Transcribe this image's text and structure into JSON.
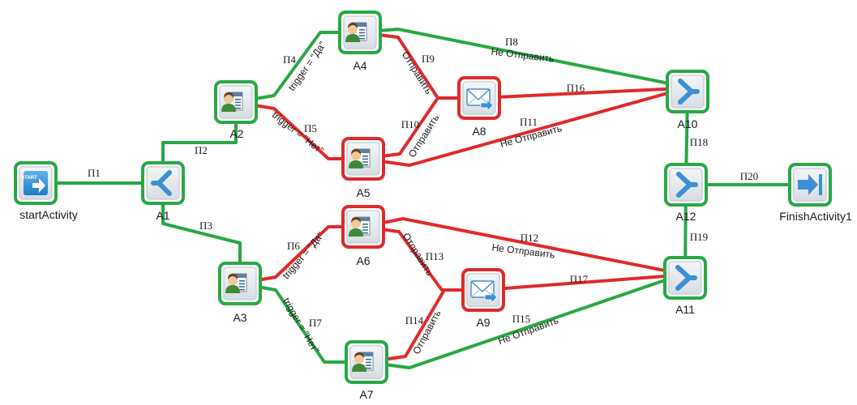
{
  "colors": {
    "active": "#29a845",
    "error": "#e02a2a",
    "tile_top": "#f4f6f8",
    "tile_bottom": "#d6dde3",
    "arrow": "#3c8fd3"
  },
  "nodes": [
    {
      "id": "start",
      "label": "startActivity",
      "icon": "start-icon",
      "status": "active"
    },
    {
      "id": "A1",
      "label": "A1",
      "icon": "fork-icon",
      "status": "active"
    },
    {
      "id": "A2",
      "label": "A2",
      "icon": "user-task-icon",
      "status": "active"
    },
    {
      "id": "A3",
      "label": "A3",
      "icon": "user-task-icon",
      "status": "active"
    },
    {
      "id": "A4",
      "label": "A4",
      "icon": "user-task-icon",
      "status": "active"
    },
    {
      "id": "A5",
      "label": "A5",
      "icon": "user-task-icon",
      "status": "error"
    },
    {
      "id": "A6",
      "label": "A6",
      "icon": "user-task-icon",
      "status": "error"
    },
    {
      "id": "A7",
      "label": "A7",
      "icon": "user-task-icon",
      "status": "active"
    },
    {
      "id": "A8",
      "label": "A8",
      "icon": "send-mail-icon",
      "status": "error"
    },
    {
      "id": "A9",
      "label": "A9",
      "icon": "send-mail-icon",
      "status": "error"
    },
    {
      "id": "A10",
      "label": "A10",
      "icon": "join-icon",
      "status": "active"
    },
    {
      "id": "A11",
      "label": "A11",
      "icon": "join-icon",
      "status": "active"
    },
    {
      "id": "A12",
      "label": "A12",
      "icon": "join-icon",
      "status": "active"
    },
    {
      "id": "finish",
      "label": "FinishActivity1",
      "icon": "finish-icon",
      "status": "active"
    }
  ],
  "edges": [
    {
      "id": "П1",
      "label": "П1",
      "from": "start",
      "to": "A1",
      "status": "active"
    },
    {
      "id": "П2",
      "label": "П2",
      "from": "A1",
      "to": "A2",
      "status": "active"
    },
    {
      "id": "П3",
      "label": "П3",
      "from": "A1",
      "to": "A3",
      "status": "active"
    },
    {
      "id": "П4",
      "label": "П4",
      "from": "A2",
      "to": "A4",
      "status": "active",
      "condition": "trigger = \"Да\""
    },
    {
      "id": "П5",
      "label": "П5",
      "from": "A2",
      "to": "A5",
      "status": "error",
      "condition": "trigger = \"Нет\""
    },
    {
      "id": "П6",
      "label": "П6",
      "from": "A3",
      "to": "A6",
      "status": "error",
      "condition": "trigger = \"Да\""
    },
    {
      "id": "П7",
      "label": "П7",
      "from": "A3",
      "to": "A7",
      "status": "active",
      "condition": "trigger = \"Нет\""
    },
    {
      "id": "П8",
      "label": "П8",
      "from": "A4",
      "to": "A10",
      "status": "active",
      "condition": "Не Отправить"
    },
    {
      "id": "П9",
      "label": "П9",
      "from": "A4",
      "to": "A8",
      "status": "error",
      "condition": "Отправить"
    },
    {
      "id": "П10",
      "label": "П10",
      "from": "A5",
      "to": "A8",
      "status": "error",
      "condition": "Отправить"
    },
    {
      "id": "П11",
      "label": "П11",
      "from": "A5",
      "to": "A10",
      "status": "error",
      "condition": "Не Отправить"
    },
    {
      "id": "П12",
      "label": "П12",
      "from": "A6",
      "to": "A11",
      "status": "error",
      "condition": "Не Отправить"
    },
    {
      "id": "П13",
      "label": "П13",
      "from": "A6",
      "to": "A9",
      "status": "error",
      "condition": "Отправить"
    },
    {
      "id": "П14",
      "label": "П14",
      "from": "A7",
      "to": "A9",
      "status": "error",
      "condition": "Отправить"
    },
    {
      "id": "П15",
      "label": "П15",
      "from": "A7",
      "to": "A11",
      "status": "active",
      "condition": "Не Отправить"
    },
    {
      "id": "П16",
      "label": "П16",
      "from": "A8",
      "to": "A10",
      "status": "error"
    },
    {
      "id": "П17",
      "label": "П17",
      "from": "A9",
      "to": "A11",
      "status": "error"
    },
    {
      "id": "П18",
      "label": "П18",
      "from": "A10",
      "to": "A12",
      "status": "active"
    },
    {
      "id": "П19",
      "label": "П19",
      "from": "A11",
      "to": "A12",
      "status": "active"
    },
    {
      "id": "П20",
      "label": "П20",
      "from": "A12",
      "to": "finish",
      "status": "active"
    }
  ]
}
